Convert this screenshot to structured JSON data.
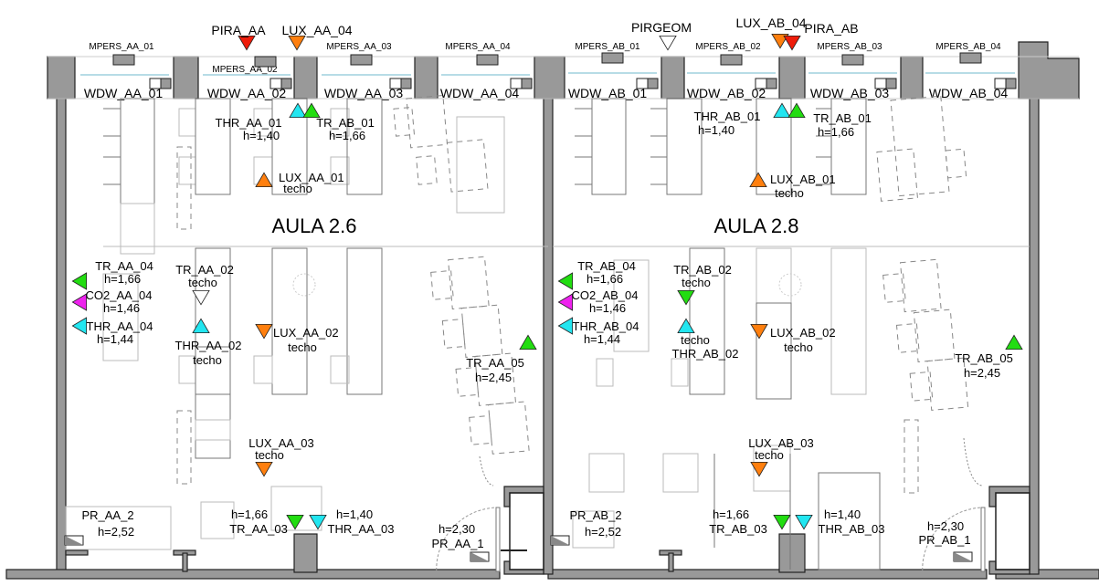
{
  "rooms": [
    {
      "id": "aula_2_6",
      "title": "AULA 2.6"
    },
    {
      "id": "aula_2_8",
      "title": "AULA 2.8"
    }
  ],
  "colors": {
    "TR": "#22dd11",
    "THR": "#22e6f0",
    "LUX": "#ff7f0e",
    "PIRA": "#ee1c0a",
    "CO2": "#ee22ee",
    "PIRGEOM": "#ffffff",
    "wall": "#999999"
  },
  "windows": [
    {
      "label": "WDW_AA_01",
      "mpers": "MPERS_AA_01"
    },
    {
      "label": "WDW_AA_02",
      "mpers": "MPERS_AA_02"
    },
    {
      "label": "WDW_AA_03",
      "mpers": "MPERS_AA_03"
    },
    {
      "label": "WDW_AA_04",
      "mpers": "MPERS_AA_04"
    },
    {
      "label": "WDW_AB_01",
      "mpers": "MPERS_AB_01"
    },
    {
      "label": "WDW_AB_02",
      "mpers": "MPERS_AB_02"
    },
    {
      "label": "WDW_AB_03",
      "mpers": "MPERS_AB_03"
    },
    {
      "label": "WDW_AB_04",
      "mpers": "MPERS_AB_04"
    }
  ],
  "sensors": [
    {
      "type": "PIRA",
      "name": "PIRA_AA",
      "note": "",
      "dir": "down"
    },
    {
      "type": "LUX",
      "name": "LUX_AA_04",
      "note": "",
      "dir": "down"
    },
    {
      "type": "PIRGEOM",
      "name": "PIRGEOM",
      "note": "",
      "dir": "down"
    },
    {
      "type": "LUX",
      "name": "LUX_AB_04",
      "note": "",
      "dir": "down"
    },
    {
      "type": "PIRA",
      "name": "PIRA_AB",
      "note": "",
      "dir": "down"
    },
    {
      "type": "THR",
      "name": "THR_AA_01",
      "note": "h=1,40",
      "dir": "up"
    },
    {
      "type": "TR",
      "name": "TR_AB_01",
      "note": "h=1,66",
      "dir": "up"
    },
    {
      "type": "LUX",
      "name": "LUX_AA_01",
      "note": "techo",
      "dir": "up"
    },
    {
      "type": "TR",
      "name": "TR_AA_04",
      "note": "h=1,66",
      "dir": "left"
    },
    {
      "type": "CO2",
      "name": "CO2_AA_04",
      "note": "h=1,46",
      "dir": "left"
    },
    {
      "type": "THR",
      "name": "THR_AA_04",
      "note": "h=1,44",
      "dir": "left"
    },
    {
      "type": "TR",
      "name": "TR_AA_02",
      "note": "techo",
      "dir": "down"
    },
    {
      "type": "THR",
      "name": "THR_AA_02",
      "note": "techo",
      "dir": "up"
    },
    {
      "type": "LUX",
      "name": "LUX_AA_02",
      "note": "techo",
      "dir": "down"
    },
    {
      "type": "TR",
      "name": "TR_AA_05",
      "note": "h=2,45",
      "dir": "up"
    },
    {
      "type": "LUX",
      "name": "LUX_AA_03",
      "note": "techo",
      "dir": "down"
    },
    {
      "type": "TR",
      "name": "TR_AA_03",
      "note": "h=1,66",
      "dir": "down"
    },
    {
      "type": "THR",
      "name": "THR_AA_03",
      "note": "h=1,40",
      "dir": "down"
    },
    {
      "type": "PR",
      "name": "PR_AA_2",
      "note": "h=2,52",
      "dir": ""
    },
    {
      "type": "PR",
      "name": "PR_AA_1",
      "note": "h=2,30",
      "dir": ""
    },
    {
      "type": "THR",
      "name": "THR_AB_01",
      "note": "h=1,40",
      "dir": "up"
    },
    {
      "type": "TR",
      "name": "TR_AB_01",
      "note": "h=1,66",
      "dir": "up"
    },
    {
      "type": "LUX",
      "name": "LUX_AB_01",
      "note": "techo",
      "dir": "up"
    },
    {
      "type": "TR",
      "name": "TR_AB_04",
      "note": "h=1,66",
      "dir": "left"
    },
    {
      "type": "CO2",
      "name": "CO2_AB_04",
      "note": "h=1,46",
      "dir": "left"
    },
    {
      "type": "THR",
      "name": "THR_AB_04",
      "note": "h=1,44",
      "dir": "left"
    },
    {
      "type": "TR",
      "name": "TR_AB_02",
      "note": "techo",
      "dir": "down"
    },
    {
      "type": "THR",
      "name": "THR_AB_02",
      "note": "techo",
      "dir": "up"
    },
    {
      "type": "LUX",
      "name": "LUX_AB_02",
      "note": "techo",
      "dir": "down"
    },
    {
      "type": "TR",
      "name": "TR_AB_05",
      "note": "h=2,45",
      "dir": "up"
    },
    {
      "type": "LUX",
      "name": "LUX_AB_03",
      "note": "techo",
      "dir": "down"
    },
    {
      "type": "TR",
      "name": "TR_AB_03",
      "note": "h=1,66",
      "dir": "down"
    },
    {
      "type": "THR",
      "name": "THR_AB_03",
      "note": "h=1,40",
      "dir": "down"
    },
    {
      "type": "PR",
      "name": "PR_AB_2",
      "note": "h=2,52",
      "dir": ""
    },
    {
      "type": "PR",
      "name": "PR_AB_1",
      "note": "h=2,30",
      "dir": ""
    }
  ]
}
